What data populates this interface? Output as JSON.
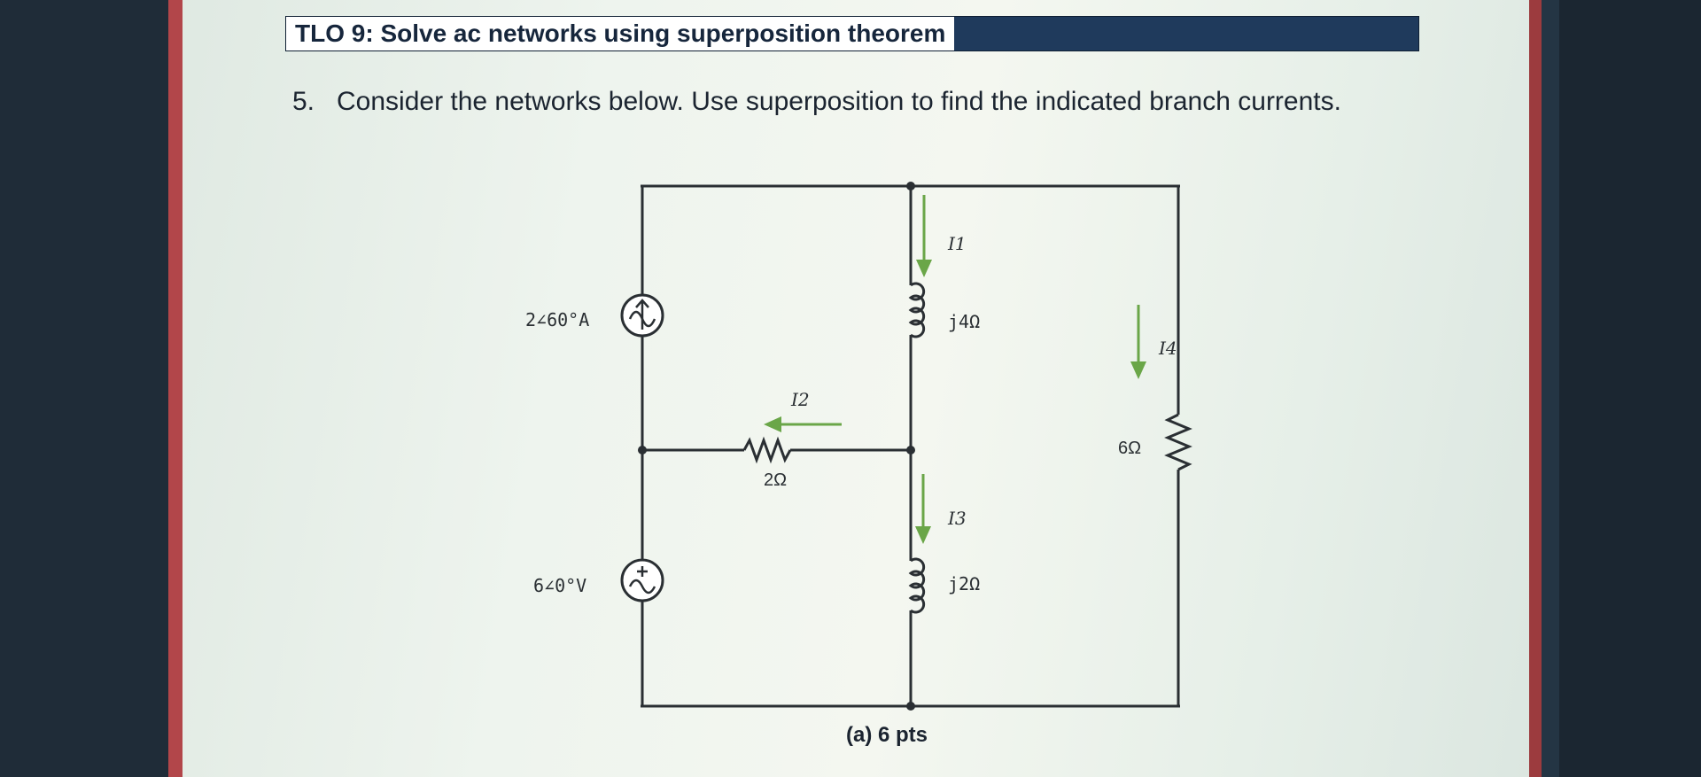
{
  "header": {
    "title": "TLO 9: Solve ac networks using superposition theorem"
  },
  "question": {
    "number": "5.",
    "text": "Consider the networks below. Use superposition to find the indicated branch currents."
  },
  "circuit": {
    "current_source_label": "2∠60°A",
    "voltage_source_label": "6∠0°V",
    "inductor_top_label": "j4Ω",
    "inductor_bottom_label": "j2Ω",
    "resistor_middle_label": "2Ω",
    "resistor_right_label": "6Ω",
    "current_i1": "I1",
    "current_i2": "I2",
    "current_i3": "I3",
    "current_i4": "I4",
    "caption": "(a) 6 pts",
    "arrow_color": "#6aa648",
    "wire_color": "#2a2f33"
  },
  "colors": {
    "banner": "#1f3a5c",
    "slide_edge": "#b2464a"
  }
}
